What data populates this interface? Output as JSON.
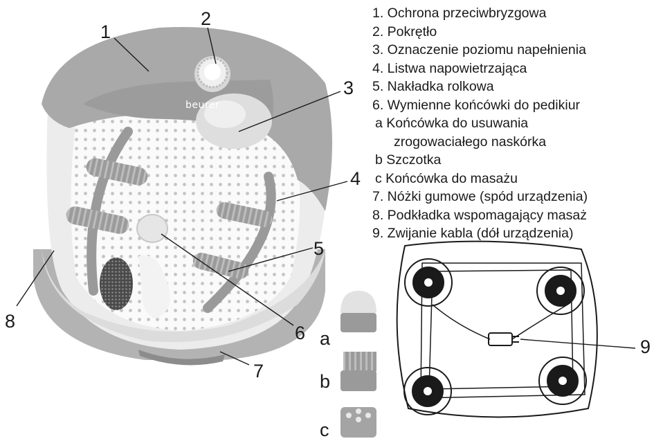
{
  "brand": "beurer",
  "callouts": [
    "1",
    "2",
    "3",
    "4",
    "5",
    "6",
    "7",
    "8",
    "9"
  ],
  "tip_labels": [
    "a",
    "b",
    "c"
  ],
  "legend": {
    "items": [
      "1. Ochrona przeciwbryzgowa",
      "2. Pokrętło",
      "3. Oznaczenie poziomu napełnienia",
      "4. Listwa napowietrzająca",
      "5. Nakładka rolkowa",
      "6. Wymienne końcówki do pedikiur"
    ],
    "sub_a_line1": "a Końcówka do usuwania",
    "sub_a_line2": "zrogowaciałego naskórka",
    "sub_b": "b Szczotka",
    "sub_c": "c Końcówka do masażu",
    "items_after": [
      "7. Nóżki gumowe (spód urządzenia)",
      "8. Podkładka wspomagający masaż",
      "9. Zwijanie kabla (dół urządzenia)"
    ]
  },
  "colors": {
    "shell_gray": "#a9a9a9",
    "shell_white": "#f2f2f2",
    "roller": "#b0b0b0",
    "line": "#1a1a1a"
  }
}
